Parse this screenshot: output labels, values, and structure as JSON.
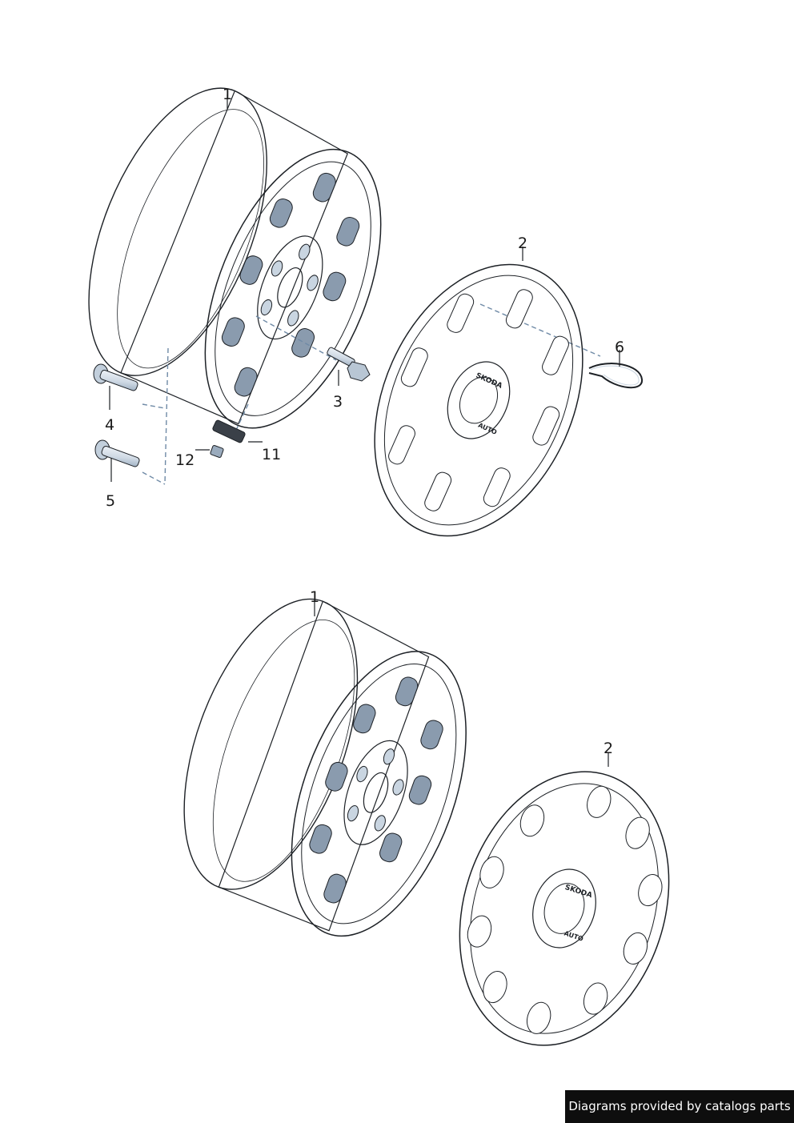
{
  "callouts": {
    "top_wheel": "1",
    "top_cover": "2",
    "bolt": "3",
    "valve_a": "4",
    "valve_b": "5",
    "clip": "6",
    "sensor": "11",
    "sensor_nut": "12",
    "bottom_wheel": "1",
    "bottom_cover": "2"
  },
  "logo": {
    "text_top": "SKODA",
    "text_bottom": "AUTO"
  },
  "watermark": "Diagrams provided by catalogs parts",
  "colors": {
    "metal": "#d3dde7",
    "metal_dark": "#a9b8c7",
    "outline": "#1d2126",
    "guide": "#6f8aa6"
  }
}
